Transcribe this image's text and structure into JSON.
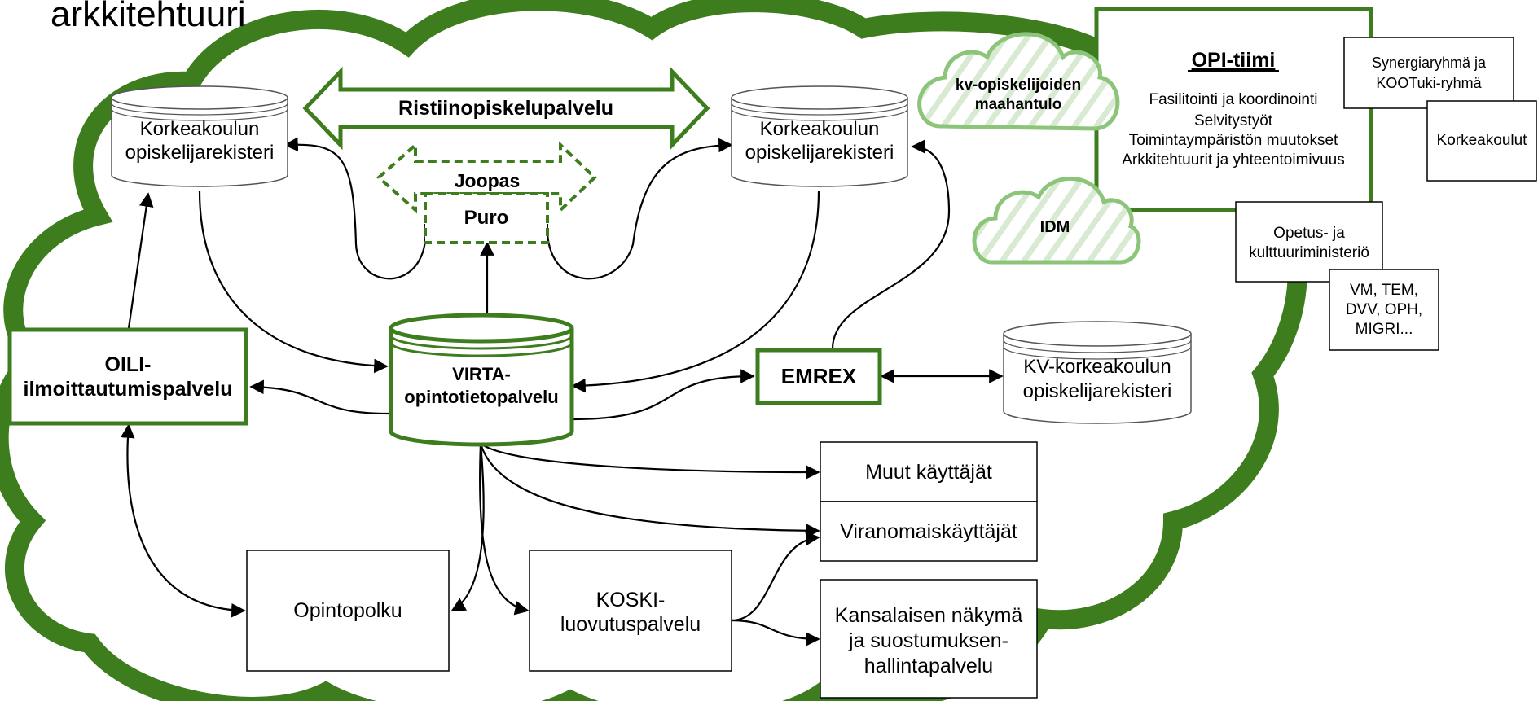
{
  "title": "arkkitehtuuri",
  "colors": {
    "green": "#3d7d1e",
    "light_green": "#8cc57a",
    "black": "#000000"
  },
  "nodes": {
    "register_left": {
      "line1": "Korkeakoulun",
      "line2": "opiskelijarekisteri"
    },
    "register_right": {
      "line1": "Korkeakoulun",
      "line2": "opiskelijarekisteri"
    },
    "ristiinopiskelu": "Ristiinopiskelupalvelu",
    "joopas": "Joopas",
    "puro": "Puro",
    "virta": {
      "line1": "VIRTA-",
      "line2": "opintotietopalvelu"
    },
    "oili": {
      "line1": "OILI-",
      "line2": "ilmoittautumispalvelu"
    },
    "emrex": "EMREX",
    "kv_register": {
      "line1": "KV-korkeakoulun",
      "line2": "opiskelijarekisteri"
    },
    "muut": "Muut käyttäjät",
    "viranomais": "Viranomaiskäyttäjät",
    "kansalainen": {
      "line1": "Kansalaisen näkymä",
      "line2": "ja suostumuksen-",
      "line3": "hallintapalvelu"
    },
    "opintopolku": "Opintopolku",
    "koski": {
      "line1": "KOSKI-",
      "line2": "luovutuspalvelu"
    },
    "kv_cloud": {
      "line1": "kv-opiskelijoiden",
      "line2": "maahantulo"
    },
    "idm": "IDM",
    "opi": {
      "title": "OPI-tiimi",
      "items": [
        "Fasilitointi ja koordinointi",
        "Selvitystyöt",
        "Toimintaympäristön muutokset",
        "Arkkitehtuurit ja yhteentoimivuus"
      ]
    },
    "synergia": {
      "line1": "Synergiaryhmä ja",
      "line2": "KOOTuki-ryhmä"
    },
    "korkeakoulut": "Korkeakoulut",
    "okm": {
      "line1": "Opetus- ja",
      "line2": "kulttuuriministeriö"
    },
    "vm": {
      "line1": "VM, TEM,",
      "line2": "DVV, OPH,",
      "line3": "MIGRI..."
    }
  }
}
